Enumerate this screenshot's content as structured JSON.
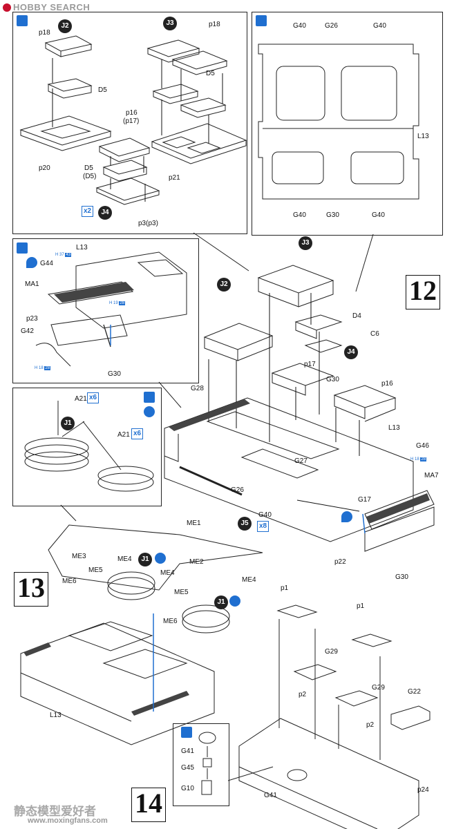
{
  "header": {
    "logo_text": "HOBBY SEARCH"
  },
  "footer": {
    "watermark_cn": "静态模型爱好者",
    "watermark_url": "www.moxingfans.com"
  },
  "steps": [
    {
      "number": "12"
    },
    {
      "number": "13"
    },
    {
      "number": "14"
    }
  ],
  "subassemblies": {
    "j1": "J1",
    "j2": "J2",
    "j3": "J3",
    "j4": "J4",
    "j5": "J5"
  },
  "multipliers": {
    "x2": "x2",
    "x6": "x6",
    "x8": "x8"
  },
  "paint_refs": {
    "h37": "H 37",
    "h37_num": "43",
    "h19": "H 19",
    "h19_num": "28",
    "h18": "H 18",
    "h18_num": "28"
  },
  "parts": {
    "p18": "p18",
    "p18b": "p18",
    "d5": "D5",
    "d5b": "D5",
    "d5c": "D5",
    "d5_paren": "(D5)",
    "p16": "p16",
    "p17_paren": "(p17)",
    "p20": "p20",
    "p21": "p21",
    "p3": "p3(p3)",
    "g40": "G40",
    "g26": "G26",
    "l13": "L13",
    "g30": "G30",
    "g44": "G44",
    "ma1": "MA1",
    "p23": "p23",
    "g42": "G42",
    "a21": "A21",
    "d4": "D4",
    "c6": "C6",
    "p17": "p17",
    "p16b": "p16",
    "g28": "G28",
    "g27": "G27",
    "g46": "G46",
    "ma7": "MA7",
    "g17": "G17",
    "p22": "p22",
    "me1": "ME1",
    "me2": "ME2",
    "me3": "ME3",
    "me4": "ME4",
    "me5": "ME5",
    "me6": "ME6",
    "p1": "p1",
    "p2": "p2",
    "g29": "G29",
    "g22": "G22",
    "g41": "G41",
    "g45": "G45",
    "g10": "G10",
    "p24": "p24"
  }
}
